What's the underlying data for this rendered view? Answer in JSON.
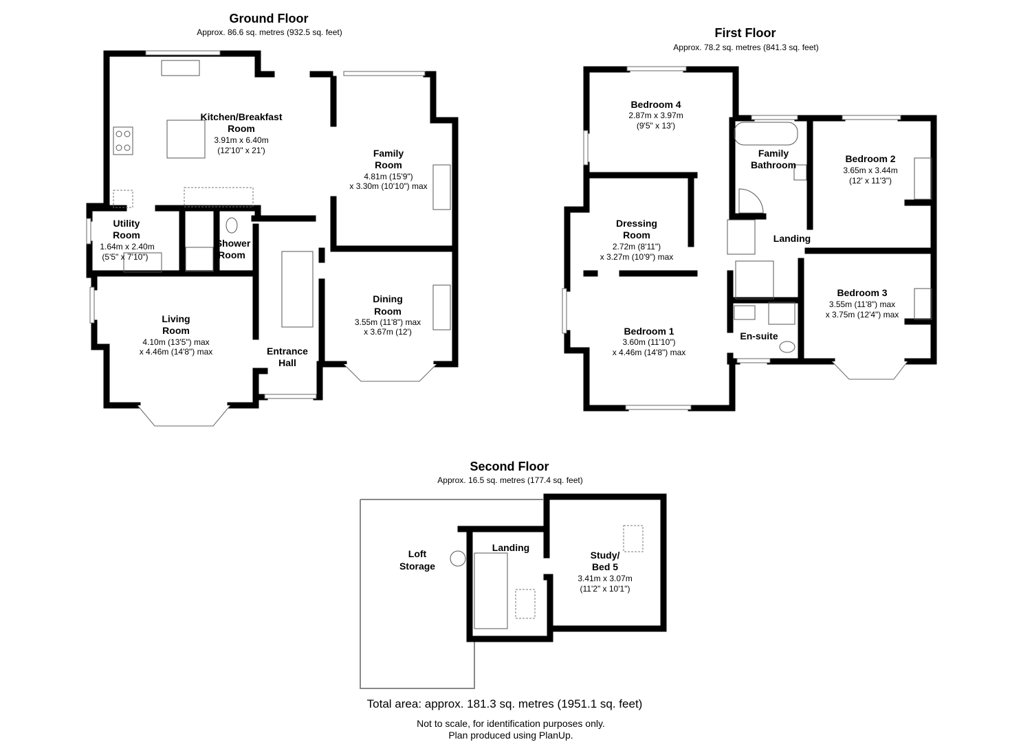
{
  "ground_floor": {
    "title": "Ground Floor",
    "area": "Approx. 86.6 sq. metres (932.5 sq. feet)",
    "rooms": [
      {
        "name1": "Kitchen/Breakfast",
        "name2": "Room",
        "dim1": "3.91m x 6.40m",
        "dim2": "(12'10\" x 21')"
      },
      {
        "name1": "Family",
        "name2": "Room",
        "dim1": "4.81m (15'9\")",
        "dim2": "x 3.30m (10'10\") max"
      },
      {
        "name1": "Utility",
        "name2": "Room",
        "dim1": "1.64m x 2.40m",
        "dim2": "(5'5\" x 7'10\")"
      },
      {
        "name1": "Shower",
        "name2": "Room"
      },
      {
        "name1": "Dining",
        "name2": "Room",
        "dim1": "3.55m (11'8\") max",
        "dim2": "x 3.67m (12')"
      },
      {
        "name1": "Living",
        "name2": "Room",
        "dim1": "4.10m (13'5\") max",
        "dim2": "x 4.46m (14'8\") max"
      },
      {
        "name1": "Entrance",
        "name2": "Hall"
      }
    ]
  },
  "first_floor": {
    "title": "First Floor",
    "area": "Approx. 78.2 sq. metres (841.3 sq. feet)",
    "rooms": [
      {
        "name1": "Bedroom 4",
        "dim1": "2.87m x 3.97m",
        "dim2": "(9'5\" x 13')"
      },
      {
        "name1": "Family",
        "name2": "Bathroom"
      },
      {
        "name1": "Bedroom 2",
        "dim1": "3.65m x 3.44m",
        "dim2": "(12' x 11'3\")"
      },
      {
        "name1": "Dressing",
        "name2": "Room",
        "dim1": "2.72m (8'11\")",
        "dim2": "x 3.27m (10'9\") max"
      },
      {
        "name1": "Landing"
      },
      {
        "name1": "Bedroom 3",
        "dim1": "3.55m (11'8\") max",
        "dim2": "x 3.75m (12'4\") max"
      },
      {
        "name1": "Bedroom 1",
        "dim1": "3.60m (11'10\")",
        "dim2": "x 4.46m (14'8\") max"
      },
      {
        "name1": "En-suite"
      }
    ]
  },
  "second_floor": {
    "title": "Second Floor",
    "area": "Approx. 16.5 sq. metres (177.4 sq. feet)",
    "rooms": [
      {
        "name1": "Loft",
        "name2": "Storage"
      },
      {
        "name1": "Landing"
      },
      {
        "name1": "Study/",
        "name2": "Bed 5",
        "dim1": "3.41m x 3.07m",
        "dim2": "(11'2\" x 10'1\")"
      }
    ]
  },
  "footer": {
    "total": "Total area: approx. 181.3 sq. metres (1951.1 sq. feet)",
    "note1": "Not to scale, for identification purposes only.",
    "note2": "Plan produced using PlanUp."
  }
}
